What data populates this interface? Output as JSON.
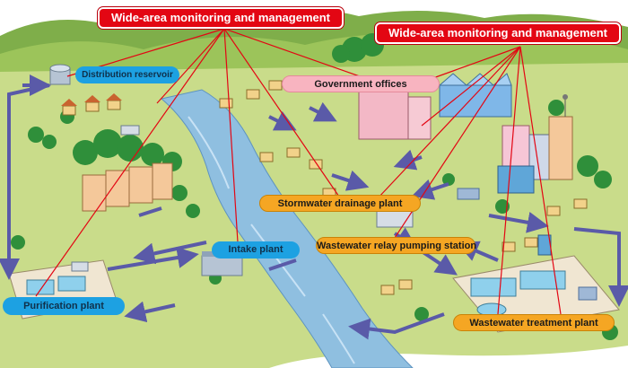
{
  "labels": {
    "wide_area_1": "Wide-area monitoring and management",
    "wide_area_2": "Wide-area monitoring and management",
    "government_offices": "Government offices",
    "distribution_reservoir": "Distribution reservoir",
    "stormwater_drainage_plant": "Stormwater drainage plant",
    "intake_plant": "Intake plant",
    "wastewater_relay_pumping_station": "Wastewater relay pumping station",
    "purification_plant": "Purification plant",
    "wastewater_treatment_plant": "Wastewater treatment plant"
  },
  "colors": {
    "monitoring_label": "#e30613",
    "monitoring_lines": "#e30613",
    "water_supply_label": "#1da1e2",
    "sewerage_label": "#f5a623",
    "government_label": "#f8b4c0",
    "flow_arrows": "#5a5aa8",
    "river": "#8fbfe0",
    "terrain": "#c9dc8a",
    "mountains": "#7fae4a"
  },
  "icons": [
    "house-icon",
    "tree-icon",
    "factory-icon",
    "tank-icon",
    "antenna-icon"
  ]
}
